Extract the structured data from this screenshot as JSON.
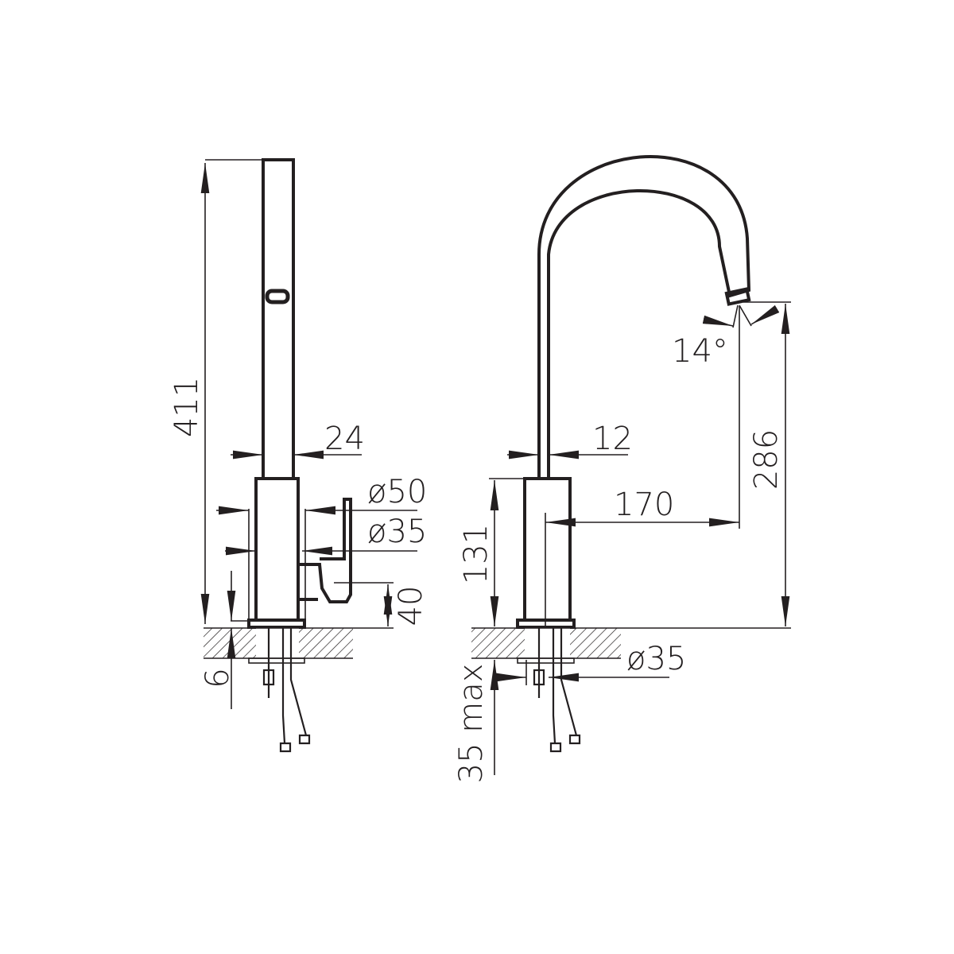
{
  "drawing": {
    "title": "Kitchen faucet dimension drawing",
    "colors": {
      "line": "#231f20",
      "background": "#ffffff"
    },
    "side_view": {
      "total_height": "411",
      "spout_width": "24",
      "body_diameter": "ø50",
      "mount_diameter": "ø35",
      "handle_height": "40",
      "base_thickness": "6"
    },
    "front_view": {
      "spray_angle": "14°",
      "spout_width": "12",
      "body_height": "131",
      "reach": "170",
      "outlet_height": "286",
      "hole_diameter": "ø35",
      "max_counter_thickness": "35 max"
    }
  }
}
